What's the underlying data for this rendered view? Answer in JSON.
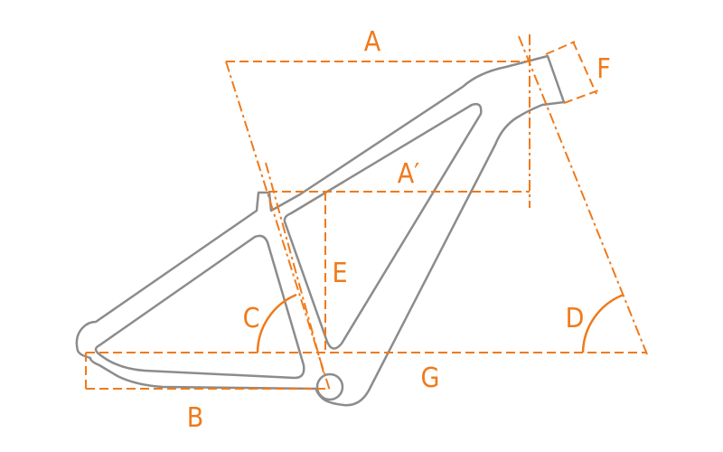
{
  "labels": {
    "A": "A",
    "A_prime": "A′",
    "B": "B",
    "C": "C",
    "D": "D",
    "E": "E",
    "F": "F",
    "G": "G"
  },
  "colors": {
    "dimension": "#f07a1a",
    "frame": "#8c8c8c",
    "background": "#ffffff"
  }
}
